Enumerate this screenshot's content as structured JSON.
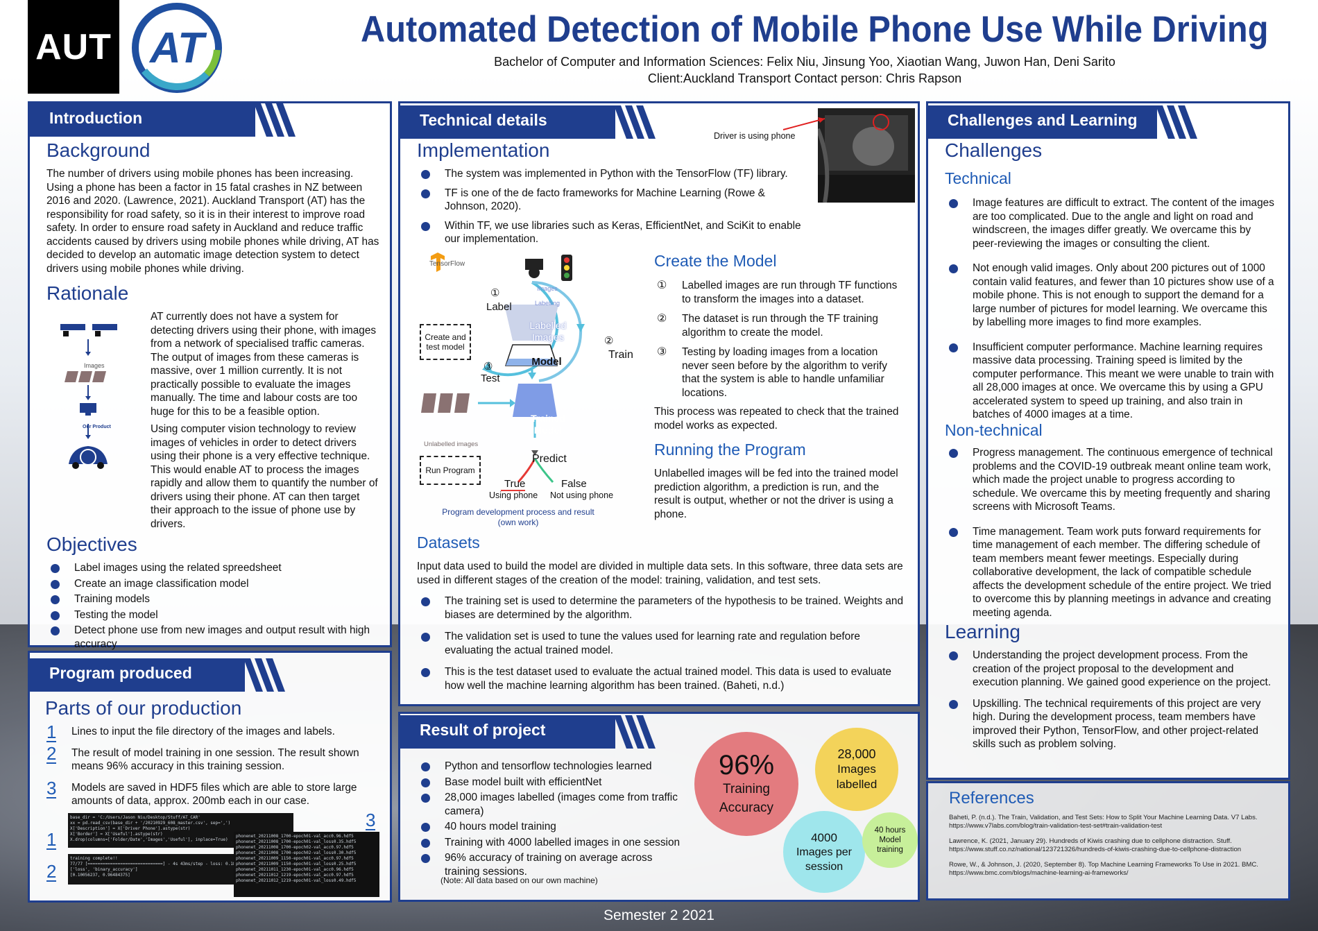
{
  "header": {
    "logo_aut": "AUT",
    "logo_at": "AT",
    "title": "Automated Detection of Mobile Phone Use While Driving",
    "authors": "Bachelor of Computer and Information Sciences:  Felix Niu, Jinsung Yoo, Xiaotian Wang, Juwon Han, Deni Sarito",
    "client": "Client:Auckland Transport  Contact person: Chris Rapson"
  },
  "introduction": {
    "banner": "Introduction",
    "background_h": "Background",
    "background_p": "The number of drivers using mobile phones has been increasing. Using a phone has been a factor in 15 fatal crashes in NZ between 2016 and 2020. (Lawrence, 2021). Auckland Transport (AT) has the responsibility for road safety, so it is in their interest to improve road safety. In order to ensure road safety in Auckland and reduce traffic accidents caused by drivers using mobile phones while driving, AT has decided to develop an automatic image detection system to detect drivers using mobile phones while driving.",
    "rationale_h": "Rationale",
    "rationale_p1": "AT currently does not have a system for detecting drivers using their phone, with images from a network of specialised traffic cameras. The output of images from these cameras is massive, over 1 million currently. It is not practically possible to evaluate the images manually. The time and labour costs are too huge for this to be a feasible option.",
    "rationale_p2": "Using computer vision technology to review images of vehicles in order to detect drivers using their phone is a very effective technique. This would enable AT to process the images rapidly and allow them to quantify the number of drivers using their phone. AT can then target their approach to the issue of phone use by drivers.",
    "rationale_images_label": "Images",
    "rationale_product_label": "Our Product",
    "objectives_h": "Objectives",
    "objectives": [
      "Label images using the related spreedsheet",
      "Create an image classification model",
      "Training models",
      "Testing the model",
      "Detect phone use from new images and output result with high accuracy"
    ]
  },
  "program": {
    "banner": "Program produced",
    "parts_h": "Parts of our production",
    "parts": [
      {
        "num": "1",
        "text": "Lines to input the file directory of the images and labels."
      },
      {
        "num": "2",
        "text": "The result of model training in one session. The result shown means 96% accuracy in this training session."
      },
      {
        "num": "3",
        "text": "Models are saved in HDF5 files which are able to store large amounts of data, approx. 200mb each in our case."
      }
    ],
    "marker1": "1",
    "marker2": "2",
    "marker3": "3"
  },
  "technical": {
    "banner": "Technical details",
    "photo_caption": "Driver is using phone",
    "implementation_h": "Implementation",
    "implementation": [
      "The system was implemented in Python with the TensorFlow (TF) library.",
      "TF is one of the de facto frameworks for Machine Learning (Rowe & Johnson, 2020).",
      "Within TF, we use libraries such as Keras, EfficientNet, and SciKit to enable our implementation."
    ],
    "diagram": {
      "tf_logo": "TensorFlow",
      "label": "Label",
      "train": "Train",
      "test": "Test",
      "c1": "①",
      "c2": "②",
      "c3": "③",
      "images": "Images",
      "labelling": "Labelling",
      "labelled_images": "Labelled Images",
      "model": "Model",
      "trained_model": "Trained Model",
      "create_box": "Create and test model",
      "run_box": "Run Program",
      "unlabelled": "Unlabelled images",
      "predict": "Predict",
      "true": "True",
      "false": "False",
      "using": "Using phone",
      "not_using": "Not using phone",
      "caption1": "Program development process and result",
      "caption2": "(own work)"
    },
    "create_h": "Create the Model",
    "create": [
      {
        "num": "①",
        "text": "Labelled images are run through TF functions to transform the images into a dataset."
      },
      {
        "num": "②",
        "text": "The dataset is run through the TF training algorithm to create the model."
      },
      {
        "num": "③",
        "text": "Testing by loading images from a location never seen before by the algorithm to verify that the system is able to handle unfamiliar locations."
      }
    ],
    "create_p": "This process was repeated to check that the trained model works as expected.",
    "running_h": "Running the Program",
    "running_p": "Unlabelled images will be fed into the trained model prediction algorithm, a prediction is run, and the result is output, whether or not the driver is using a phone.",
    "datasets_h": "Datasets",
    "datasets_p": "Input data used to build the model are divided in multiple data sets. In this software, three data sets are used in different stages of the creation of the model: training, validation, and test sets.",
    "datasets": [
      "The training set is used to determine the parameters of the hypothesis to be trained. Weights and biases are determined by the algorithm.",
      "The validation set is used to tune the values used for learning rate and regulation before evaluating the actual trained model.",
      "This is the test dataset used to evaluate the actual trained model. This data is used to evaluate how well the machine learning algorithm has been trained. (Baheti, n.d.)"
    ]
  },
  "result": {
    "banner": "Result of project",
    "items": [
      "Python and tensorflow technologies learned",
      "Base model built with efficientNet",
      "28,000 images labelled (images come from traffic camera)",
      "40 hours model training",
      "Training with 4000 labelled images in one session",
      "96% accuracy of training on average across training sessions."
    ],
    "note": "(Note: All data based on our own machine)",
    "c_acc_big": "96%",
    "c_acc_small": "Training Accuracy",
    "c_images_big": "28,000",
    "c_images_small": "Images labelled",
    "c_session_big": "4000",
    "c_session_small": "Images per session",
    "c_hours": "40 hours Model training"
  },
  "challenges": {
    "banner": "Challenges and Learning",
    "challenges_h": "Challenges",
    "technical_h": "Technical",
    "technical": [
      "Image features are difficult to extract. The content of the images are too complicated. Due to the angle and light on road and windscreen, the images differ greatly. We overcame this by peer-reviewing the images or consulting the client.",
      "Not enough valid images. Only about 200 pictures out of 1000 contain valid features, and fewer than 10 pictures show use of a mobile phone. This is not enough to support the demand for a large number of pictures for model learning. We overcame this by labelling more images to find more examples.",
      "Insufficient computer performance. Machine learning requires massive data processing. Training speed is limited by the computer performance. This meant we were unable to train with all 28,000 images at once. We overcame this by using a GPU accelerated system to speed up training, and also train in batches of 4000 images at a time."
    ],
    "nontech_h": "Non-technical",
    "nontech": [
      "Progress management. The continuous emergence of technical problems and the COVID-19 outbreak meant online team work, which made the project unable to progress according to schedule. We overcame this by meeting frequently and sharing screens with Microsoft Teams.",
      "Time management. Team work puts forward requirements for time management of each member. The differing schedule of team members meant fewer meetings. Especially during collaborative development, the lack of compatible schedule affects the development schedule of the entire project. We tried to overcome this by planning meetings in advance and creating meeting agenda."
    ],
    "learning_h": "Learning",
    "learning": [
      "Understanding the project development process. From the creation of the project proposal to the development and execution planning. We gained good experience on the project.",
      "Upskilling. The technical requirements of this project are very high. During the development process, team members have improved their Python, TensorFlow, and other project-related skills such as problem solving."
    ]
  },
  "references": {
    "h": "References",
    "items": [
      "Baheti, P. (n.d.). The Train, Validation, and Test Sets: How to Split Your Machine Learning Data. V7 Labs. https://www.v7labs.com/blog/train-validation-test-set#train-validation-test",
      "Lawrence, K. (2021, January 29). Hundreds of Kiwis crashing due to cellphone distraction. Stuff. https://www.stuff.co.nz/national/123721326/hundreds-of-kiwis-crashing-due-to-cellphone-distraction",
      "Rowe, W., & Johnson, J. (2020, September 8). Top Machine Learning Frameworks To Use in 2021. BMC. https://www.bmc.com/blogs/machine-learning-ai-frameworks/"
    ]
  },
  "footer": "Semester 2  2021",
  "colors": {
    "navy": "#1f3e8e",
    "accent_blue": "#1f5bb5",
    "red_circle": "#e37b7f",
    "yellow_circle": "#f3d35a",
    "cyan_circle": "#9fe6ec",
    "green_circle": "#c7ef9a"
  }
}
